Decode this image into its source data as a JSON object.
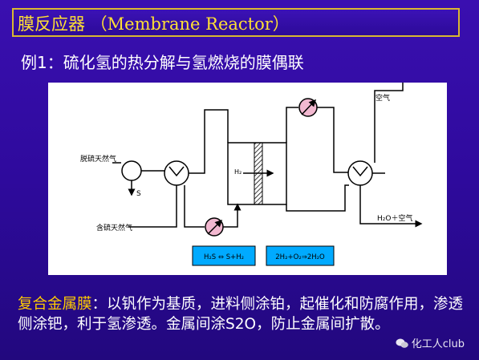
{
  "title": "膜反应器 （Membrane Reactor）",
  "subtitle": "例1：硫化氢的热分解与氢燃烧的膜偶联",
  "diagram": {
    "label_feed_sulfur": "脱硫天然气",
    "label_feed_sour": "含硫天然气",
    "label_s": "S",
    "label_h2": "H₂",
    "label_air": "空气",
    "label_product": "H₂O＋空气",
    "reaction_1": "H₂S ⇔ S+H₂",
    "reaction_2": "2H₂+O₂⇒2H₂O"
  },
  "paragraph": {
    "highlight": "复合金属膜",
    "body": "：以钒作为基质，进料侧涂铂，起催化和防腐作用，渗透侧涂钯，利于氢渗透。金属间涂S2O，防止金属间扩散。"
  },
  "watermark": "化工人club"
}
